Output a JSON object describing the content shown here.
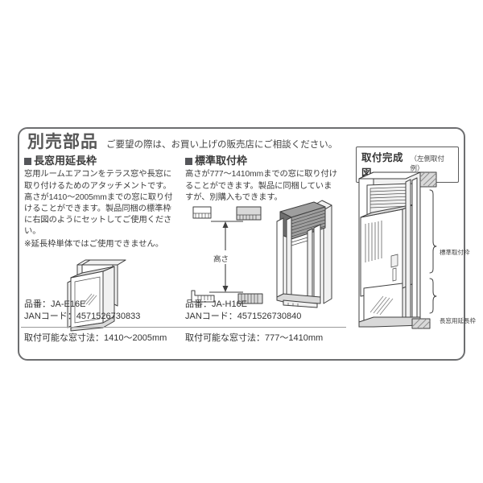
{
  "header": {
    "title": "別売部品",
    "subtitle": "ご要望の際は、お買い上げの販売店にご相談ください。"
  },
  "sections": [
    {
      "id": "long-window-extension-frame",
      "title": "長窓用延長枠",
      "body": "窓用ルームエアコンをテラス窓や長窓に取り付けるためのアタッチメントです。高さが1410〜2005mmまでの窓に取り付けることができます。製品同梱の標準枠に右図のようにセットしてご使用ください。",
      "note": "※延長枠単体ではご使用できません。",
      "model_label": "品番：JA-E16E",
      "jan_label": "JANコード：4571526730833",
      "dimension_label": "取付可能な窓寸法：1410〜2005mm"
    },
    {
      "id": "standard-mounting-frame",
      "title": "標準取付枠",
      "body": "高さが777〜1410mmまでの窓に取り付けることができます。製品に同梱していますが、別購入もできます。",
      "note": "",
      "model_label": "品番：JA-H16E",
      "jan_label": "JANコード：4571526730840",
      "dimension_label": "取付可能な窓寸法：777〜1410mm",
      "diagram_dimension_label": "高さ"
    }
  ],
  "completion_panel": {
    "title": "取付完成図",
    "subtitle": "（左側取付例）",
    "callouts": [
      {
        "id": "standard-frame",
        "label": "標準取付枠"
      },
      {
        "id": "extension-frame",
        "label": "長窓用延長枠"
      }
    ]
  },
  "colors": {
    "border": "#6d6e70",
    "title_text": "#575757",
    "body_text": "#3c3c3c",
    "marker_square": "#55565a",
    "line": "#3f3f3f",
    "background": "#ffffff"
  }
}
